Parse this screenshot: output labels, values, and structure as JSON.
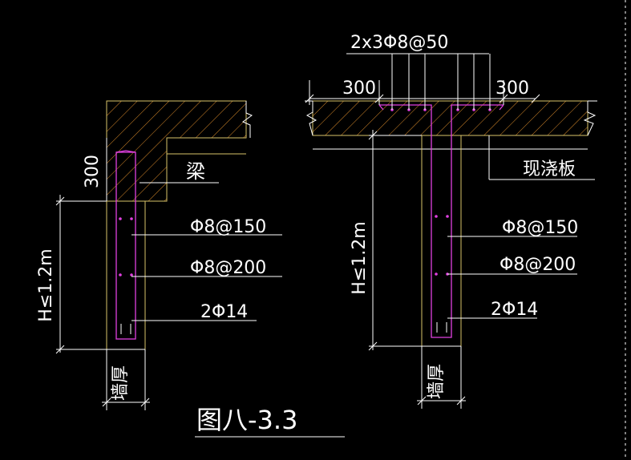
{
  "colors": {
    "background": "#000000",
    "concrete_outline": "#d9c46a",
    "hatch": "#d98a2a",
    "rebar": "#e040e0",
    "text": "#ffffff"
  },
  "left_detail": {
    "beam_depth": "300",
    "beam_label": "梁",
    "stirrup_upper": "Φ8@150",
    "stirrup_lower": "Φ8@200",
    "longitudinal": "2Φ14",
    "height_limit": "H≤1.2m",
    "wall_thickness": "墙厚"
  },
  "right_detail": {
    "top_bars": "2x3Φ8@50",
    "anchor_left": "300",
    "anchor_right": "300",
    "slab_label": "现浇板",
    "stirrup_upper": "Φ8@150",
    "stirrup_lower": "Φ8@200",
    "longitudinal": "2Φ14",
    "height_limit": "H≤1.2m",
    "wall_thickness": "墙厚"
  },
  "figure_caption": "图八-3.3"
}
